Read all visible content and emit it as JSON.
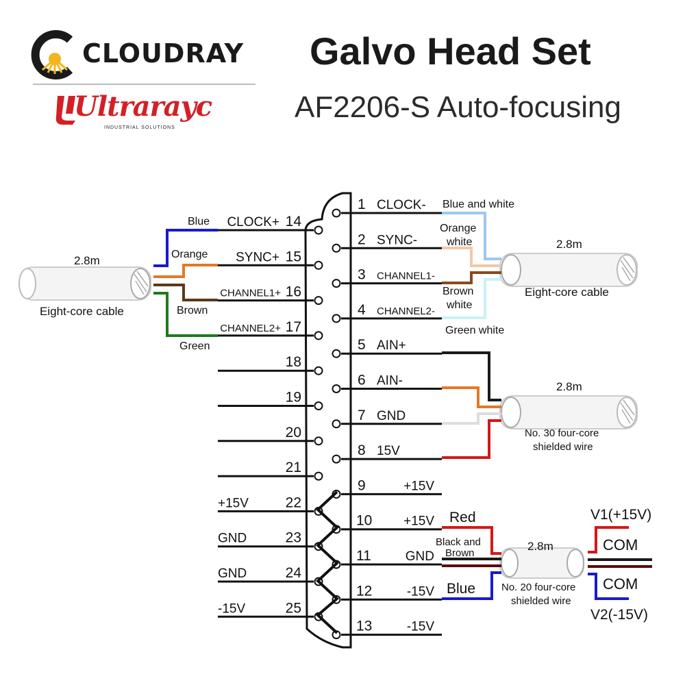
{
  "header": {
    "brand_cloudray": "CLOUDRAY",
    "brand_ultrarayc": "Ultrarayc",
    "brand_ultrarayc_sub": "INDUSTRIAL SOLUTIONS",
    "title": "Galvo Head Set",
    "subtitle": "AF2206-S Auto-focusing"
  },
  "colors": {
    "blue": "#1a1acc",
    "orange": "#e07a2a",
    "brown": "#5a3a1a",
    "green": "#1f7a1f",
    "light_blue": "#9cc8ee",
    "peach": "#f2c8a8",
    "dark_brown_orange": "#8a4a1e",
    "pale_cyan": "#c8f2f4",
    "black": "#1a1a1a",
    "gray": "#dddddd",
    "red": "#d41818",
    "dark_red": "#5a0a0a"
  },
  "connector": {
    "left_pins": [
      {
        "num": "14",
        "signal": "CLOCK+"
      },
      {
        "num": "15",
        "signal": "SYNC+"
      },
      {
        "num": "16",
        "signal": "CHANNEL1+"
      },
      {
        "num": "17",
        "signal": "CHANNEL2+"
      },
      {
        "num": "18",
        "signal": ""
      },
      {
        "num": "19",
        "signal": ""
      },
      {
        "num": "20",
        "signal": ""
      },
      {
        "num": "21",
        "signal": ""
      },
      {
        "num": "22",
        "signal": "+15V"
      },
      {
        "num": "23",
        "signal": "GND"
      },
      {
        "num": "24",
        "signal": "GND"
      },
      {
        "num": "25",
        "signal": "-15V"
      }
    ],
    "right_pins": [
      {
        "num": "1",
        "signal": "CLOCK-"
      },
      {
        "num": "2",
        "signal": "SYNC-"
      },
      {
        "num": "3",
        "signal": "CHANNEL1-"
      },
      {
        "num": "4",
        "signal": "CHANNEL2-"
      },
      {
        "num": "5",
        "signal": "AIN+"
      },
      {
        "num": "6",
        "signal": "AIN-"
      },
      {
        "num": "7",
        "signal": "GND"
      },
      {
        "num": "8",
        "signal": "15V"
      },
      {
        "num": "9",
        "signal": "+15V"
      },
      {
        "num": "10",
        "signal": "+15V"
      },
      {
        "num": "11",
        "signal": "GND"
      },
      {
        "num": "12",
        "signal": "-15V"
      },
      {
        "num": "13",
        "signal": "-15V"
      }
    ]
  },
  "left_cable": {
    "length": "2.8m",
    "type": "Eight-core cable",
    "wires": [
      "Blue",
      "Orange",
      "Brown",
      "Green"
    ]
  },
  "right_cable_1": {
    "length": "2.8m",
    "type": "Eight-core cable",
    "wires": [
      "Blue and white",
      "Orange",
      "white",
      "Brown",
      "white",
      "Green white"
    ]
  },
  "right_cable_2": {
    "length": "2.8m",
    "type_line1": "No. 30 four-core",
    "type_line2": "shielded wire"
  },
  "power_cable": {
    "length": "2.8m",
    "type_line1": "No. 20 four-core",
    "type_line2": "shielded wire",
    "wires": [
      "Red",
      "Black and",
      "Brown",
      "Blue"
    ],
    "outputs": [
      "V1(+15V)",
      "COM",
      "COM",
      "V2(-15V)"
    ]
  }
}
